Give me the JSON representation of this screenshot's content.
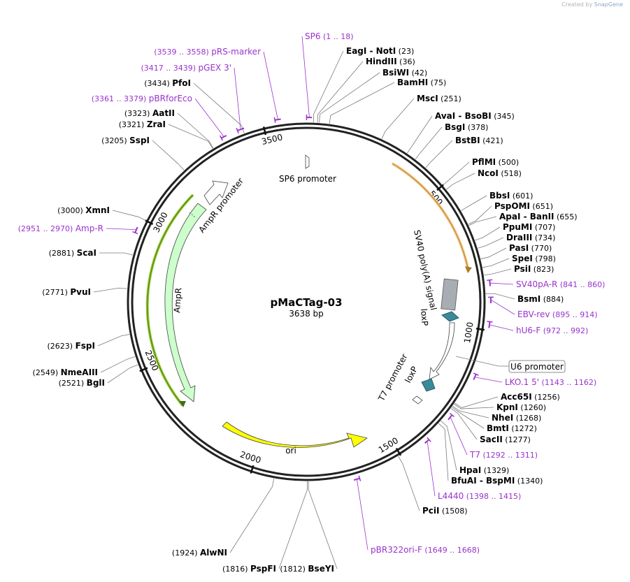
{
  "watermark": {
    "prefix": "Created by",
    "brand": "SnapGene"
  },
  "plasmid": {
    "name": "pMaCTag-03",
    "length_label": "3638 bp",
    "length": 3638
  },
  "ticks": [
    {
      "label": "500",
      "pos": 500
    },
    {
      "label": "1000",
      "pos": 1000
    },
    {
      "label": "1500",
      "pos": 1500
    },
    {
      "label": "2000",
      "pos": 2000
    },
    {
      "label": "2500",
      "pos": 2500
    },
    {
      "label": "3000",
      "pos": 3000
    },
    {
      "label": "3500",
      "pos": 3500
    }
  ],
  "enzymes": [
    {
      "name": "EagI  -  NotI",
      "pos_label": "(23)",
      "pos": 23
    },
    {
      "name": "HindIII",
      "pos_label": "(36)",
      "pos": 36
    },
    {
      "name": "BsiWI",
      "pos_label": "(42)",
      "pos": 42
    },
    {
      "name": "BamHI",
      "pos_label": "(75)",
      "pos": 75
    },
    {
      "name": "MscI",
      "pos_label": "(251)",
      "pos": 251
    },
    {
      "name": "AvaI  -  BsoBI",
      "pos_label": "(345)",
      "pos": 345
    },
    {
      "name": "BsgI",
      "pos_label": "(378)",
      "pos": 378
    },
    {
      "name": "BstBI",
      "pos_label": "(421)",
      "pos": 421
    },
    {
      "name": "PflMI",
      "pos_label": "(500)",
      "pos": 500
    },
    {
      "name": "NcoI",
      "pos_label": "(518)",
      "pos": 518
    },
    {
      "name": "BbsI",
      "pos_label": "(601)",
      "pos": 601
    },
    {
      "name": "PspOMI",
      "pos_label": "(651)",
      "pos": 651
    },
    {
      "name": "ApaI  -  BanII",
      "pos_label": "(655)",
      "pos": 655
    },
    {
      "name": "PpuMI",
      "pos_label": "(707)",
      "pos": 707
    },
    {
      "name": "DraIII",
      "pos_label": "(734)",
      "pos": 734
    },
    {
      "name": "PasI",
      "pos_label": "(770)",
      "pos": 770
    },
    {
      "name": "SpeI",
      "pos_label": "(798)",
      "pos": 798
    },
    {
      "name": "PsiI",
      "pos_label": "(823)",
      "pos": 823
    },
    {
      "name": "BsmI",
      "pos_label": "(884)",
      "pos": 884
    },
    {
      "name": "Acc65I",
      "pos_label": "(1256)",
      "pos": 1256
    },
    {
      "name": "KpnI",
      "pos_label": "(1260)",
      "pos": 1260
    },
    {
      "name": "NheI",
      "pos_label": "(1268)",
      "pos": 1268
    },
    {
      "name": "BmtI",
      "pos_label": "(1272)",
      "pos": 1272
    },
    {
      "name": "SacII",
      "pos_label": "(1277)",
      "pos": 1277
    },
    {
      "name": "HpaI",
      "pos_label": "(1329)",
      "pos": 1329
    },
    {
      "name": "BfuAI  -  BspMI",
      "pos_label": "(1340)",
      "pos": 1340
    },
    {
      "name": "PciI",
      "pos_label": "(1508)",
      "pos": 1508
    },
    {
      "name": "BseYI",
      "pos_label": "(1812)",
      "pos": 1812
    },
    {
      "name": "PspFI",
      "pos_label": "(1816)",
      "pos": 1816
    },
    {
      "name": "AlwNI",
      "pos_label": "(1924)",
      "pos": 1924
    },
    {
      "name": "BglI",
      "pos_label": "(2521)",
      "pos": 2521
    },
    {
      "name": "NmeAIII",
      "pos_label": "(2549)",
      "pos": 2549
    },
    {
      "name": "FspI",
      "pos_label": "(2623)",
      "pos": 2623
    },
    {
      "name": "PvuI",
      "pos_label": "(2771)",
      "pos": 2771
    },
    {
      "name": "ScaI",
      "pos_label": "(2881)",
      "pos": 2881
    },
    {
      "name": "XmnI",
      "pos_label": "(3000)",
      "pos": 3000
    },
    {
      "name": "SspI",
      "pos_label": "(3205)",
      "pos": 3205
    },
    {
      "name": "ZraI",
      "pos_label": "(3321)",
      "pos": 3321
    },
    {
      "name": "AatII",
      "pos_label": "(3323)",
      "pos": 3323
    },
    {
      "name": "PfoI",
      "pos_label": "(3434)",
      "pos": 3434
    }
  ],
  "primers": [
    {
      "name": "SP6",
      "range": "(1 .. 18)",
      "start": 1,
      "end": 18
    },
    {
      "name": "SV40pA-R",
      "range": "(841 .. 860)",
      "start": 841,
      "end": 860
    },
    {
      "name": "EBV-rev",
      "range": "(895 .. 914)",
      "start": 895,
      "end": 914
    },
    {
      "name": "hU6-F",
      "range": "(972 .. 992)",
      "start": 972,
      "end": 992
    },
    {
      "name": "LKO.1 5'",
      "range": "(1143 .. 1162)",
      "start": 1143,
      "end": 1162
    },
    {
      "name": "T7",
      "range": "(1292 .. 1311)",
      "start": 1292,
      "end": 1311
    },
    {
      "name": "L4440",
      "range": "(1398 .. 1415)",
      "start": 1398,
      "end": 1415
    },
    {
      "name": "pBR322ori-F",
      "range": "(1649 .. 1668)",
      "start": 1649,
      "end": 1668
    },
    {
      "name": "Amp-R",
      "range": "(2951 .. 2970)",
      "start": 2951,
      "end": 2970
    },
    {
      "name": "pBRforEco",
      "range": "(3361 .. 3379)",
      "start": 3361,
      "end": 3379
    },
    {
      "name": "pGEX 3'",
      "range": "(3417 .. 3439)",
      "start": 3417,
      "end": 3439
    },
    {
      "name": "pRS-marker",
      "range": "(3539 .. 3558)",
      "start": 3539,
      "end": 3558
    }
  ],
  "features": {
    "sp6_promoter": "SP6 promoter",
    "sv40": "SV40 poly(A) signal",
    "loxp_1": "loxP",
    "loxp_2": "loxP",
    "u6": "U6 promoter",
    "t7": "T7 promoter",
    "ori": "ori",
    "ampr": "AmpR",
    "ampr_promoter": "AmpR promoter"
  },
  "colors": {
    "primer": "#9933cc",
    "sv40_region": "#f6c98a",
    "ori": "#ffff00",
    "ampr_fill": "#ccffcc",
    "ampr_region": "#9acd32",
    "loxp": "#3a8a9a",
    "polyA": "#a8adb4"
  }
}
